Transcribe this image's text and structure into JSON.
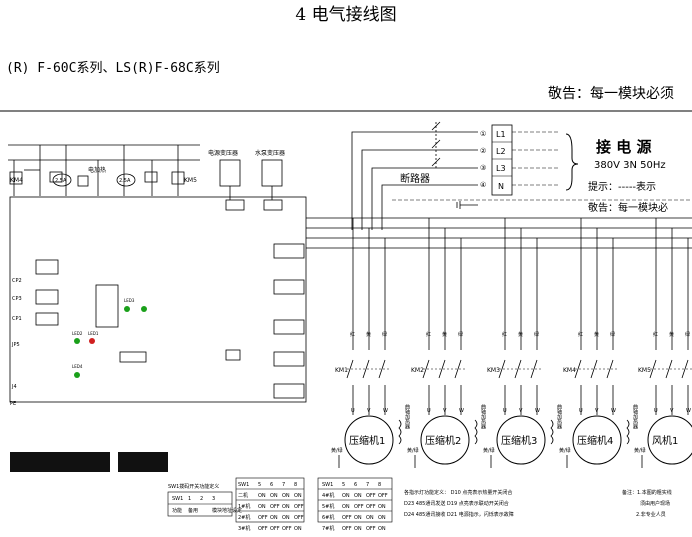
{
  "title": "4 电气接线图",
  "subtitle": "(R) F-60C系列、LS(R)F-68C系列",
  "notice": "敬告：每一模块必须",
  "power": {
    "title": "接 电 源",
    "spec": "380V 3N  50Hz",
    "hint": "提示：-----表示",
    "warning": "敬告：每一模块必",
    "breaker": "断路器",
    "terminals": [
      "L1",
      "L2",
      "L3",
      "N"
    ],
    "terminal_nums": [
      "①",
      "②",
      "③",
      "④"
    ]
  },
  "compressors": [
    "压缩机1",
    "压缩机2",
    "压缩机3",
    "压缩机4"
  ],
  "fan": "风机1",
  "contactors": [
    "KM1",
    "KM2",
    "KM3",
    "KM4",
    "KM5"
  ],
  "wire_colors": [
    "红",
    "黄",
    "绿"
  ],
  "phase_labels": [
    "U",
    "V",
    "W"
  ],
  "heater_label": "曲轴加热器",
  "ground_label": "黄/绿",
  "top_left": {
    "km_left": "KM4",
    "km_right": "KM5",
    "fuses": [
      "2.5A",
      "2.5A"
    ],
    "heater": "电加热",
    "transformers": [
      "电源变压器",
      "水泵变压器"
    ]
  },
  "board_labels": [
    "CP2",
    "CP3",
    "CP1",
    "JP5",
    "J4",
    "PE"
  ],
  "led_labels": [
    "LED3",
    "LED2",
    "LED1",
    "LED4"
  ],
  "switch_table": {
    "title": "SW1拨码开关功能定义",
    "header": [
      "SW1",
      "1",
      "2",
      "3"
    ],
    "row": [
      "功能",
      "备用",
      "",
      "模块地址设定"
    ]
  },
  "module_table": {
    "header": [
      "SW1",
      "5",
      "6",
      "7",
      "8"
    ],
    "rows": [
      [
        "二机",
        "ON",
        "ON",
        "ON",
        "ON"
      ],
      [
        "1#机",
        "ON",
        "OFF",
        "ON",
        "OFF"
      ],
      [
        "2#机",
        "OFF",
        "ON",
        "ON",
        "OFF"
      ],
      [
        "3#机",
        "OFF",
        "OFF",
        "OFF",
        "ON"
      ]
    ]
  },
  "module_table2": {
    "header": [
      "SW1",
      "5",
      "6",
      "7",
      "8"
    ],
    "rows": [
      [
        "4#机",
        "ON",
        "ON",
        "OFF",
        "OFF"
      ],
      [
        "5#机",
        "ON",
        "OFF",
        "OFF",
        "ON"
      ],
      [
        "6#机",
        "OFF",
        "ON",
        "ON",
        "ON"
      ],
      [
        "7#机",
        "OFF",
        "ON",
        "OFF",
        "ON"
      ]
    ]
  },
  "led_notes": [
    "各指示灯功能定义：  D10  点亮表示热量开关闭合",
    "D23  485通讯发送    D19  点亮表示联动开关闭合",
    "D24  485通讯接收    D21  电源指示，闪烁表示故障"
  ],
  "remarks": [
    "备注：1.本图的粗实线",
    "须由用户现场",
    "2.非专业人员"
  ]
}
